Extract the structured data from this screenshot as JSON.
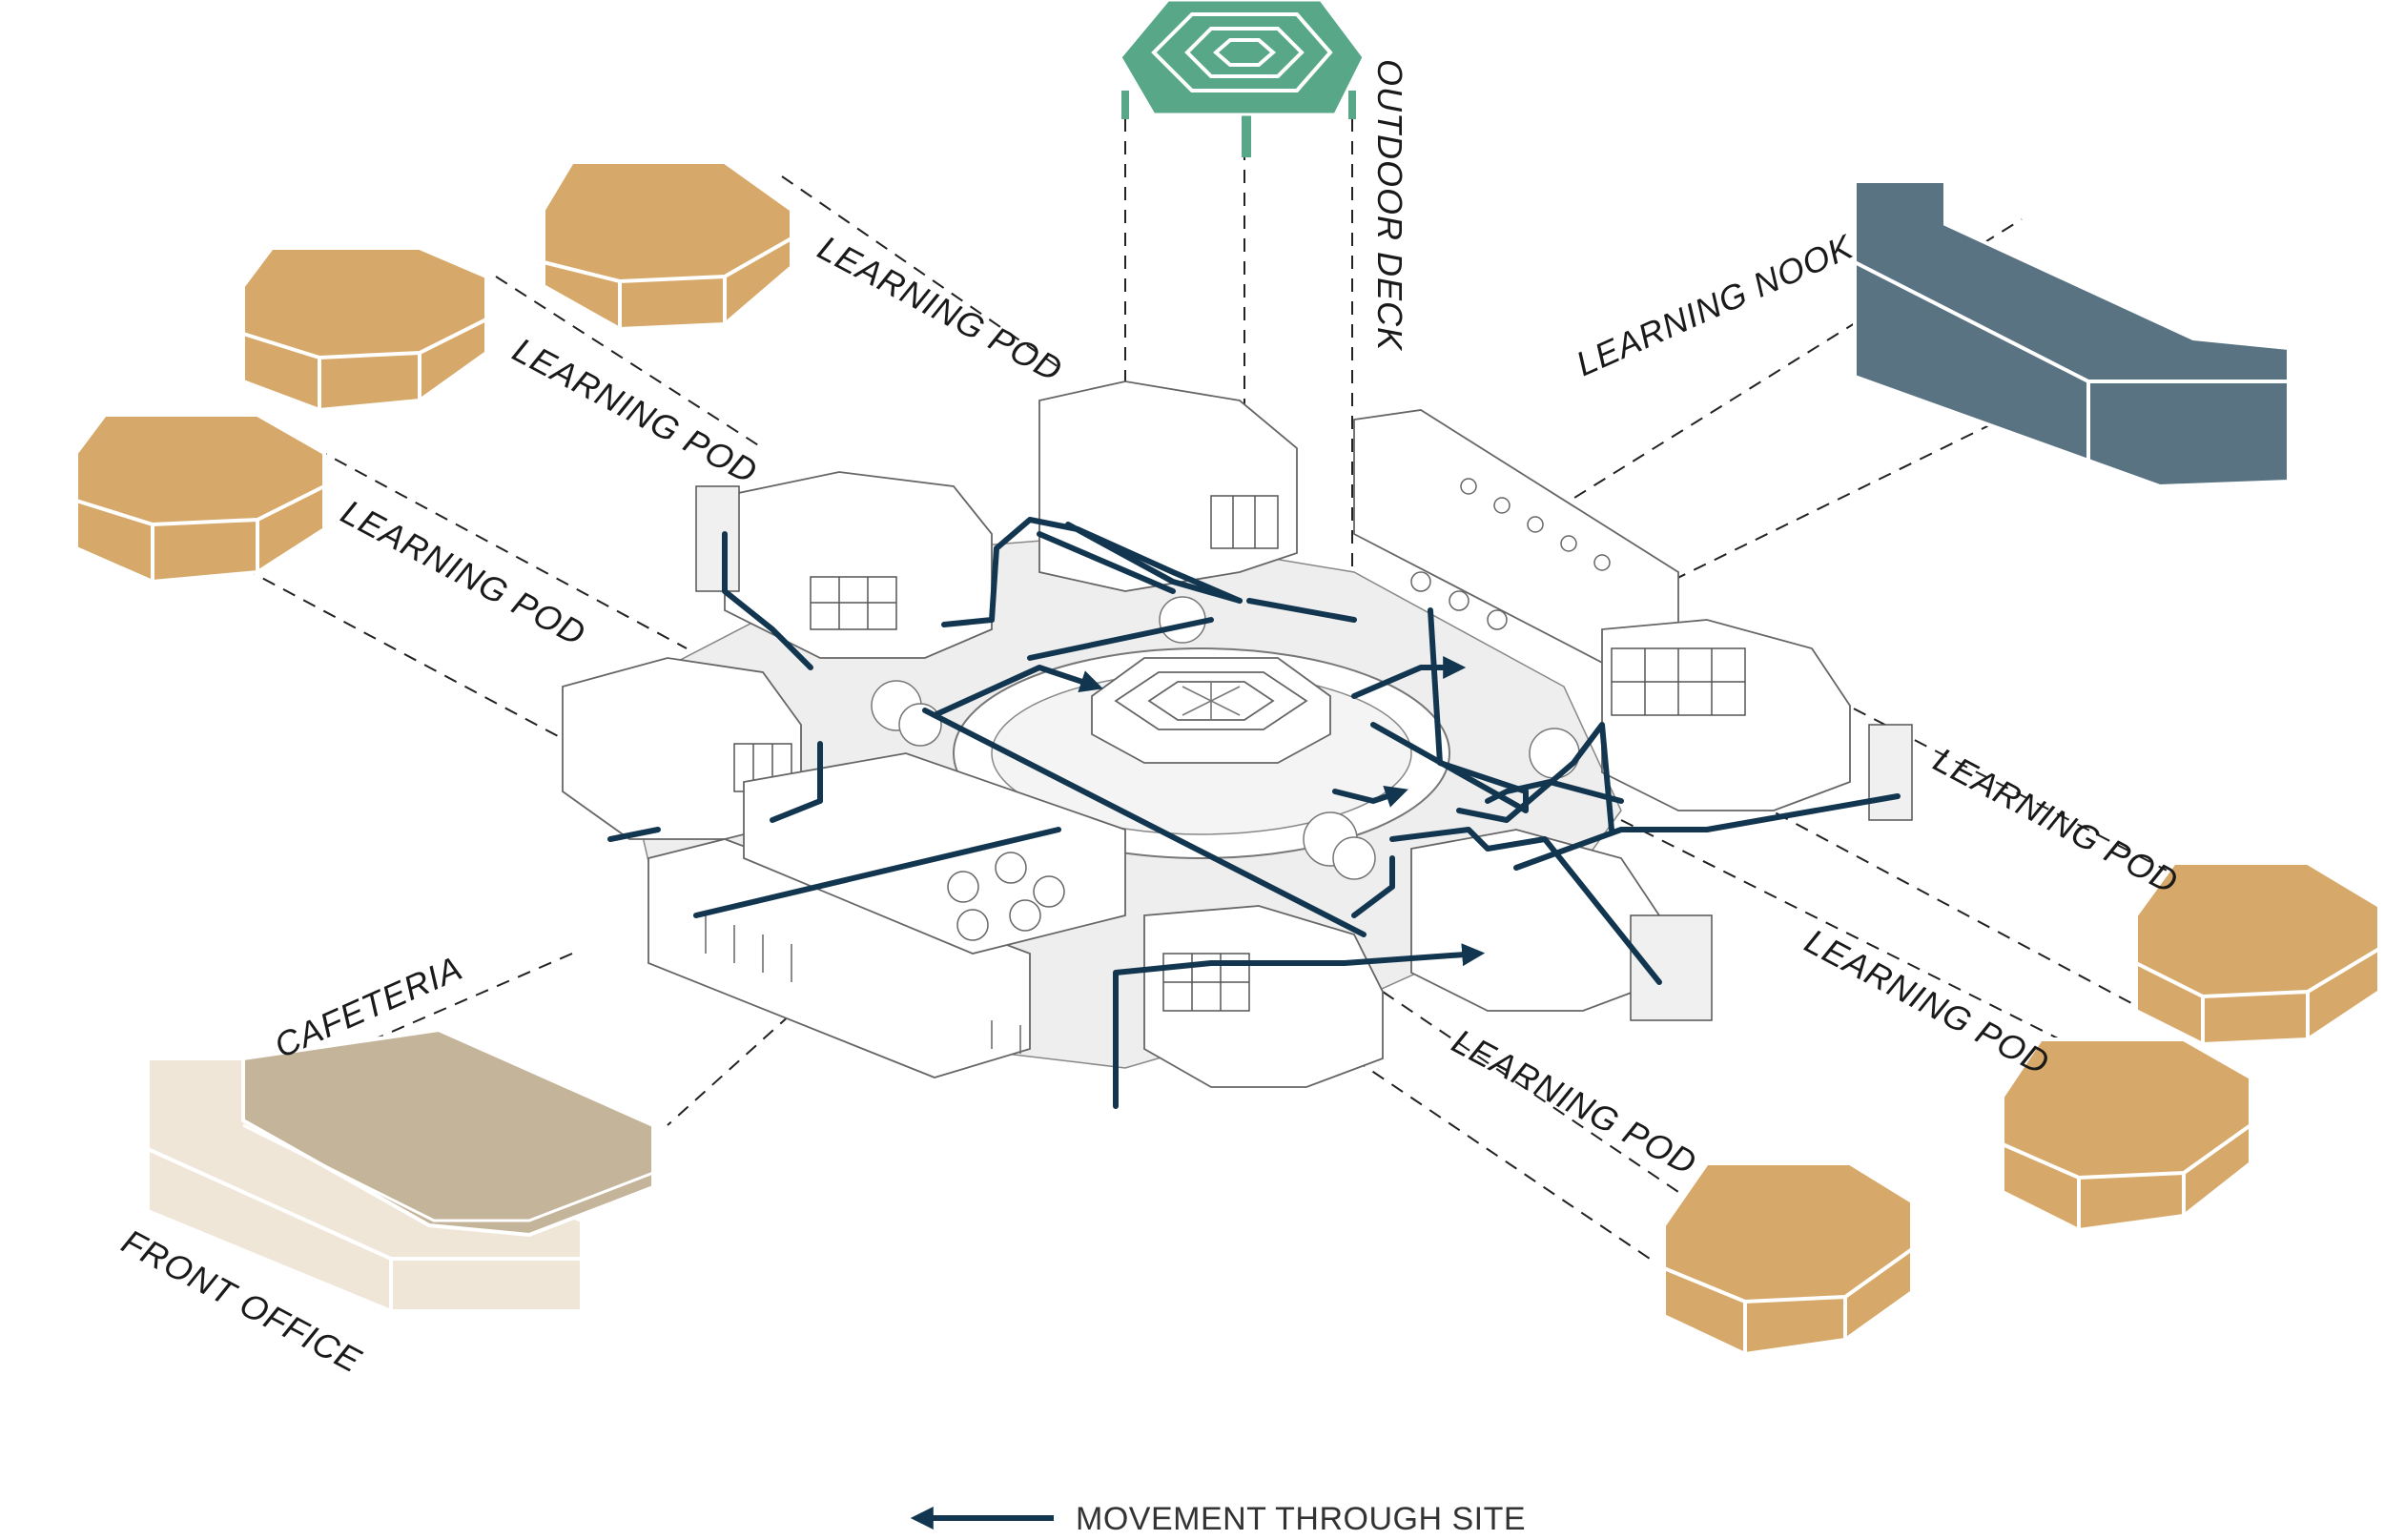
{
  "labels": {
    "learning_pod": "LEARNING POD",
    "outdoor_deck": "OUTDOOR DECK",
    "learning_nook": "LEARNING NOOK",
    "cafeteria": "CAFETERIA",
    "front_office": "FRONT OFFICE"
  },
  "legend": {
    "text": "MOVEMENT THROUGH SITE"
  },
  "colors": {
    "pod": "#d6a96a",
    "pod_side": "#d9ab6b",
    "deck": "#57a788",
    "nook": "#5a7383",
    "cafeteria": "#c4b59a",
    "front_office": "#efe6d8",
    "movement": "#123650"
  }
}
